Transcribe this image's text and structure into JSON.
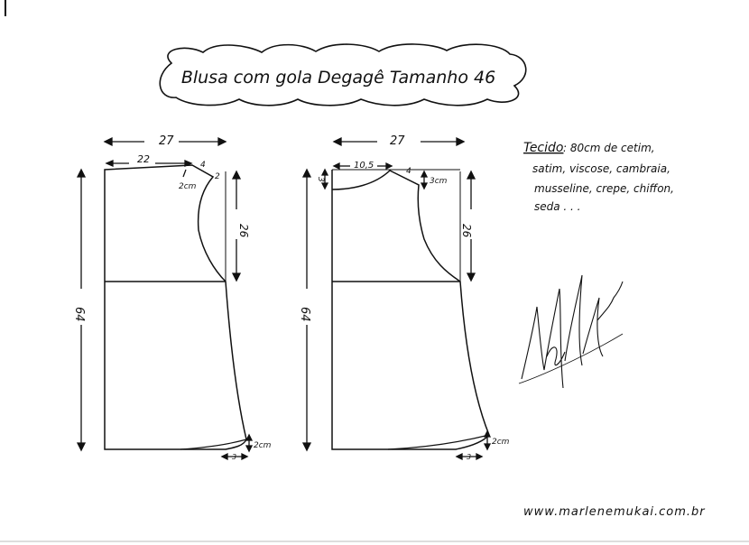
{
  "title": "Blusa com gola Degagê Tamanho 46",
  "front_piece": {
    "width_top": "27",
    "shoulder_start": "22",
    "shoulder_len": "4",
    "neck_drop": "2cm",
    "neck_side": "2",
    "armhole_depth": "26",
    "total_length": "64",
    "hem_rise": "2cm",
    "hem_flare": "3"
  },
  "back_piece": {
    "width_top": "27",
    "neck_width": "10,5",
    "shoulder_len": "4",
    "neck_drop_left": "3",
    "shoulder_drop": "3cm",
    "armhole_depth": "26",
    "total_length": "64",
    "hem_rise": "2cm",
    "hem_flare": "3"
  },
  "fabric_note": {
    "label": "Tecido",
    "lines": [
      ": 80cm  de cetim,",
      "satim, viscose, cambraia,",
      "musseline, crepe, chiffon,",
      "seda . . ."
    ]
  },
  "signature": "Marlene Mukai",
  "website": "www.marlenemukai.com.br"
}
